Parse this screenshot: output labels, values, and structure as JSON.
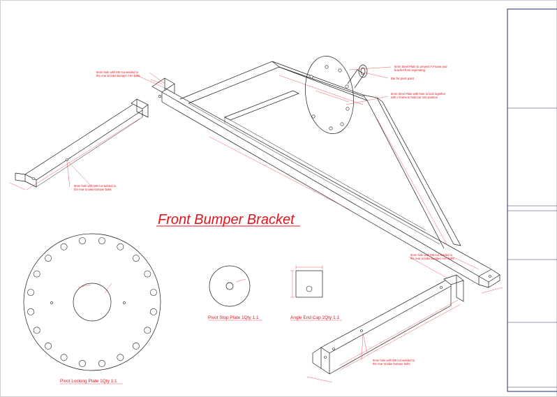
{
  "title": "Front Bumper Bracket",
  "captions": {
    "locking_plate": "Pivot Locking Plate 1Qty 1:1",
    "stop_plate": "Pivot Stop Plate 1Qty 1:1",
    "end_cap": "Angle End Cap 2Qty 1:1"
  },
  "notes": {
    "top_left_1": "9mm hole with M8 nut welded to",
    "top_left_2": "the rear to take Bumper Arm bolts",
    "left_arm_1": "9mm hole with M8 nut welded to",
    "left_arm_2": "the rear to take bumper bolts",
    "plate_1a": "5mm Steel Plate to prevent A Frame and",
    "plate_1b": "bracket from seperating",
    "pivot_bar": "Bar for pivot point",
    "plate_2a": "5mm Steel Plate with hole to lock together",
    "plate_2b": "with A frame to hold car into position",
    "right_top_1": "9mm hole with M8 nut welded to",
    "right_top_2": "the rear to take Bumper Arm bolts",
    "right_arm_1": "9mm hole with M8 nut welded to",
    "right_arm_2": "the rear to take bumper bolts"
  },
  "colors": {
    "annotation": "#e0141c",
    "linework": "#1a1a1a",
    "title_block": "#1f2a6e"
  }
}
